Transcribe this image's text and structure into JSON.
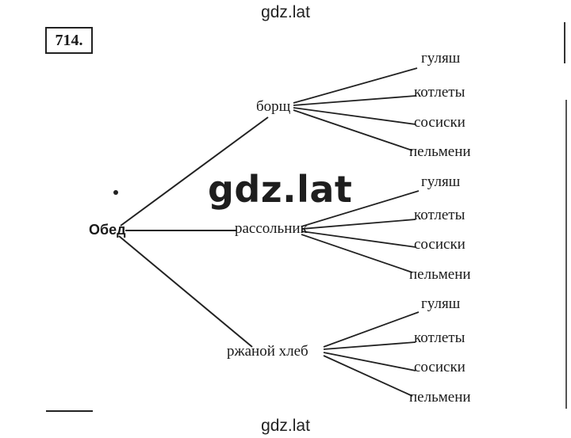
{
  "watermark": {
    "top": "gdz.lat",
    "center": "gdz.lat",
    "bottom": "gdz.lat"
  },
  "task": {
    "number": "714."
  },
  "tree": {
    "root": "Обед",
    "branches": [
      {
        "label": "борщ",
        "leaves": [
          "гуляш",
          "котлеты",
          "сосиски",
          "пельмени"
        ]
      },
      {
        "label": "рассольник",
        "leaves": [
          "гуляш",
          "котлеты",
          "сосиски",
          "пельмени"
        ]
      },
      {
        "label": "ржаной  хлеб",
        "leaves": [
          "гуляш",
          "котлеты",
          "сосиски",
          "пельмени"
        ]
      }
    ]
  }
}
